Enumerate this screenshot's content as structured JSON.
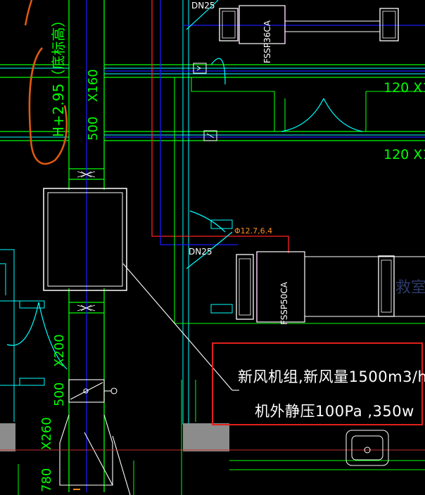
{
  "drawing": {
    "colors": {
      "background": "#000000",
      "duct": "#00ff00",
      "pipe_cyan": "#00ffff",
      "pipe_blue": "#1a1aff",
      "pipe_red": "#ff2020",
      "equipment": "#ffffff",
      "fan_coil_body": "#ff00ff",
      "markup": "#e05a10",
      "callout_border": "#e0201c",
      "fill_gray": "#8c8c8c",
      "text_orange": "#ff8c1a"
    },
    "annotations": {
      "elevation_note": "H+2.95（底标高）",
      "duct_size_top": "X160",
      "duct_width_top": "500",
      "duct_size_mid": "X200",
      "duct_width_mid": "500",
      "duct_size_bottom": "X260",
      "duct_width_bottom": "780",
      "pipe_dn_top": "DN25",
      "pipe_dn_mid": "DN25",
      "pipe_spec": "Φ12.7,6.4",
      "duct_120_a": "120  X1",
      "duct_120_b": "120  X1",
      "fan_coil_a": "FSSP36CA",
      "fan_coil_b": "FSSP50CA",
      "room_label": "救室"
    },
    "callout": {
      "line1": "新风机组,新风量1500m3/h",
      "line2": "机外静压100Pa   ,350w"
    }
  }
}
